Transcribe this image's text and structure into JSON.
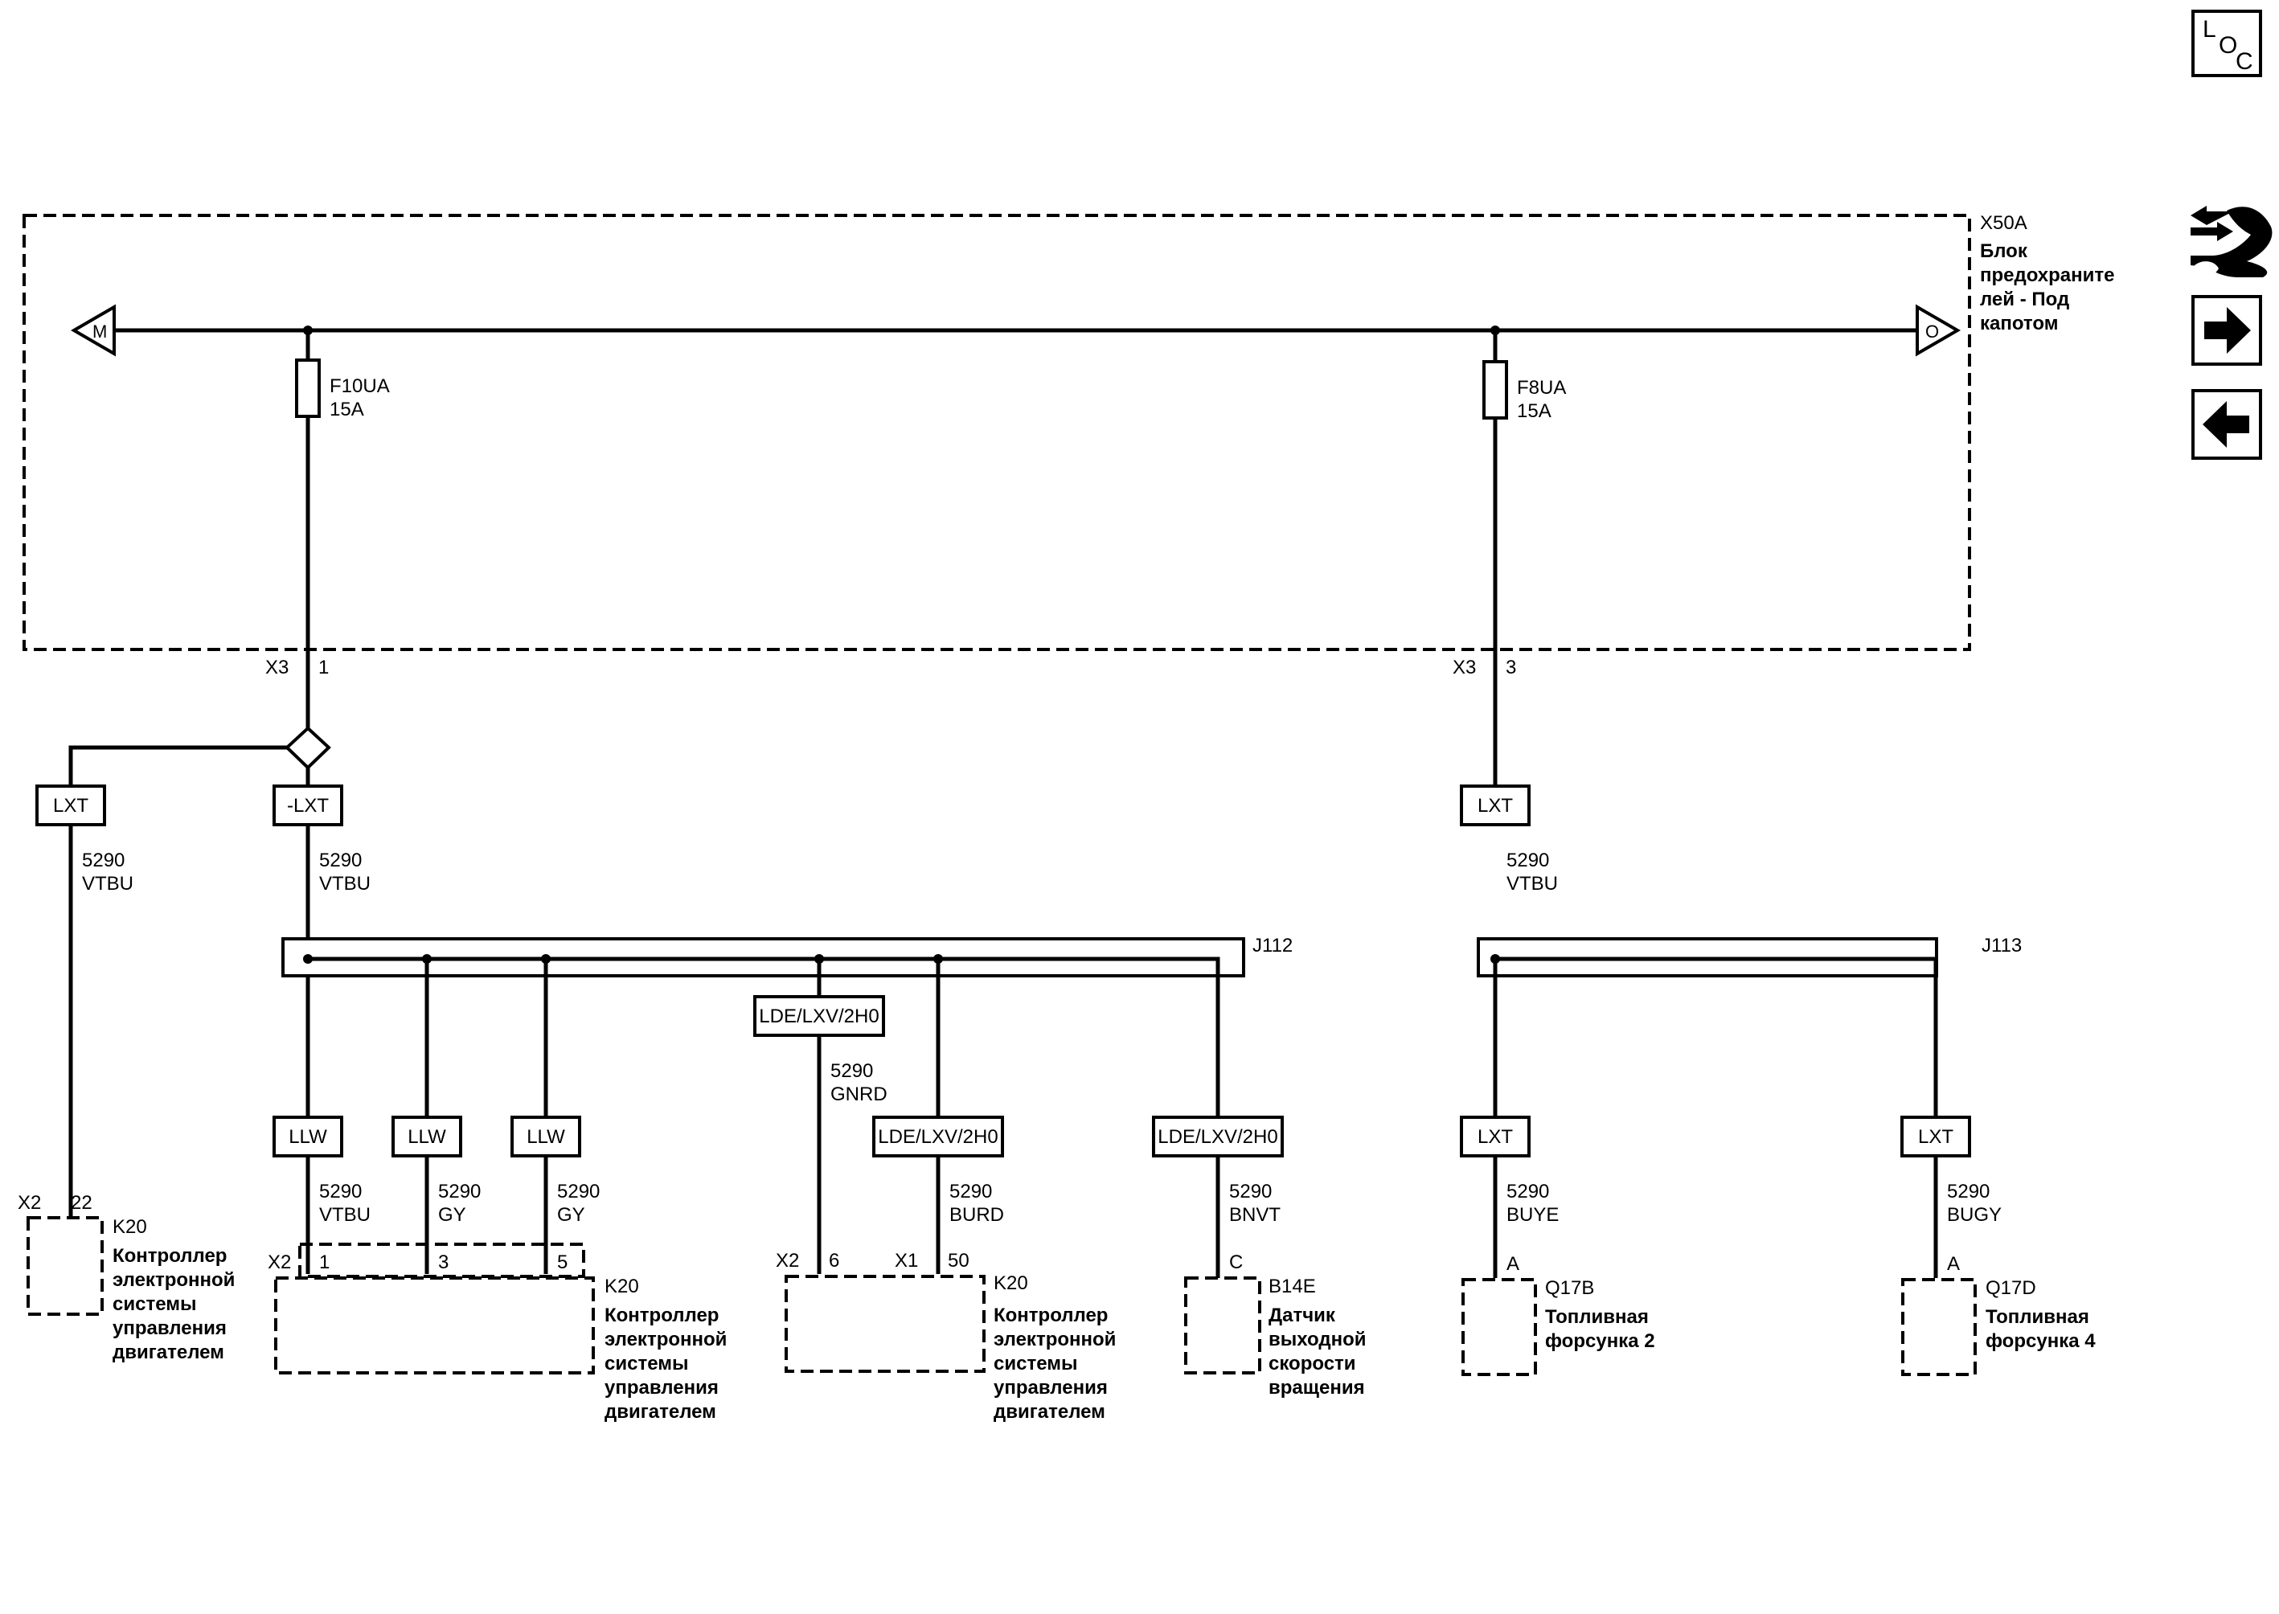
{
  "nav": {
    "loc": [
      "L",
      "O",
      "C"
    ],
    "icons": [
      "connector-hand-icon",
      "arrow-right-icon",
      "arrow-left-icon"
    ]
  },
  "fuse_block": {
    "id": "X50A",
    "name_lines": [
      "Блок",
      "предохраните",
      "лей - Под",
      "капотом"
    ],
    "bus_left": "M",
    "bus_right": "O",
    "fuses": [
      {
        "id": "F10UA",
        "rating": "15A"
      },
      {
        "id": "F8UA",
        "rating": "15A"
      }
    ],
    "outputs": [
      {
        "connector": "X3",
        "pin": "1"
      },
      {
        "connector": "X3",
        "pin": "3"
      }
    ]
  },
  "option_boxes": {
    "lxt_left": "LXT",
    "neg_lxt": "-LXT",
    "lxt_right": "LXT",
    "llw_1": "LLW",
    "llw_2": "LLW",
    "llw_3": "LLW",
    "lde_gnrd": "LDE/LXV/2H0",
    "lde_burd": "LDE/LXV/2H0",
    "lde_bnvt": "LDE/LXV/2H0",
    "lxt_q17b": "LXT",
    "lxt_q17d": "LXT"
  },
  "splices": {
    "j112": "J112",
    "j113": "J113"
  },
  "wires": {
    "w_left": {
      "circuit": "5290",
      "color": "VTBU"
    },
    "w_neg": {
      "circuit": "5290",
      "color": "VTBU"
    },
    "w_right": {
      "circuit": "5290",
      "color": "VTBU"
    },
    "w_k20_1": {
      "circuit": "5290",
      "color": "VTBU"
    },
    "w_k20_3": {
      "circuit": "5290",
      "color": "GY"
    },
    "w_k20_5": {
      "circuit": "5290",
      "color": "GY"
    },
    "w_gnrd": {
      "circuit": "5290",
      "color": "GNRD"
    },
    "w_burd": {
      "circuit": "5290",
      "color": "BURD"
    },
    "w_bnvt": {
      "circuit": "5290",
      "color": "BNVT"
    },
    "w_buye": {
      "circuit": "5290",
      "color": "BUYE"
    },
    "w_bugy": {
      "circuit": "5290",
      "color": "BUGY"
    }
  },
  "components": {
    "k20_a": {
      "id": "K20",
      "connector": "X2",
      "pin": "22",
      "name_lines": [
        "Контроллер",
        "электронной",
        "системы",
        "управления",
        "двигателем"
      ]
    },
    "k20_b": {
      "id": "K20",
      "connector": "X2",
      "pins": [
        "1",
        "3",
        "5"
      ],
      "name_lines": [
        "Контроллер",
        "электронной",
        "системы",
        "управления",
        "двигателем"
      ]
    },
    "k20_c": {
      "id": "K20",
      "connector_a": "X2",
      "pin_a": "6",
      "connector_b": "X1",
      "pin_b": "50",
      "name_lines": [
        "Контроллер",
        "электронной",
        "системы",
        "управления",
        "двигателем"
      ]
    },
    "b14e": {
      "id": "B14E",
      "pin": "C",
      "name_lines": [
        "Датчик",
        "выходной",
        "скорости",
        "вращения"
      ]
    },
    "q17b": {
      "id": "Q17B",
      "pin": "A",
      "name_lines": [
        "Топливная",
        "форсунка 2"
      ]
    },
    "q17d": {
      "id": "Q17D",
      "pin": "A",
      "name_lines": [
        "Топливная",
        "форсунка 4"
      ]
    }
  }
}
